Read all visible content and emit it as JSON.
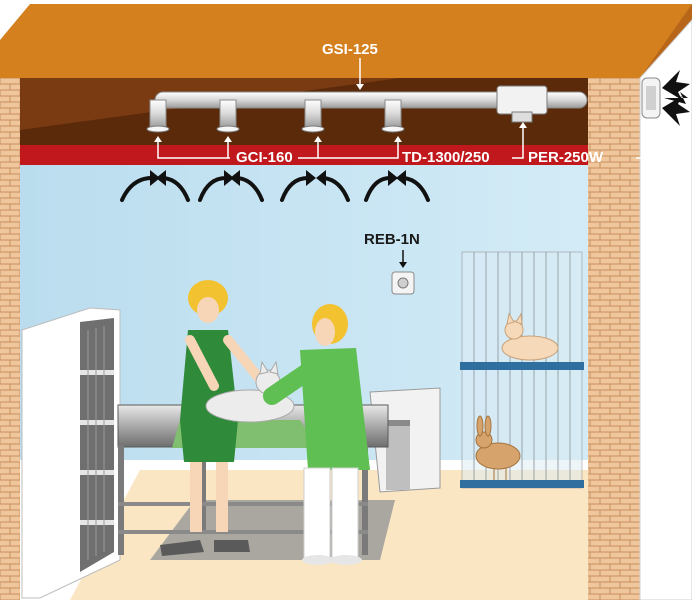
{
  "labels": {
    "main_duct": "GSI-125",
    "grilles": "GCI-160",
    "fan": "TD-1300/250",
    "exterior_grille": "PER-250W",
    "speed_regulator": "REB-1N"
  },
  "colors": {
    "roof": "#d4801f",
    "ceiling_void": "#5a2a0a",
    "red_band": "#c0181c",
    "wall": "#cfe8f4",
    "floor": "#fbe8c8",
    "brick": "#e8b88a",
    "duct": "#e4e4e4"
  }
}
